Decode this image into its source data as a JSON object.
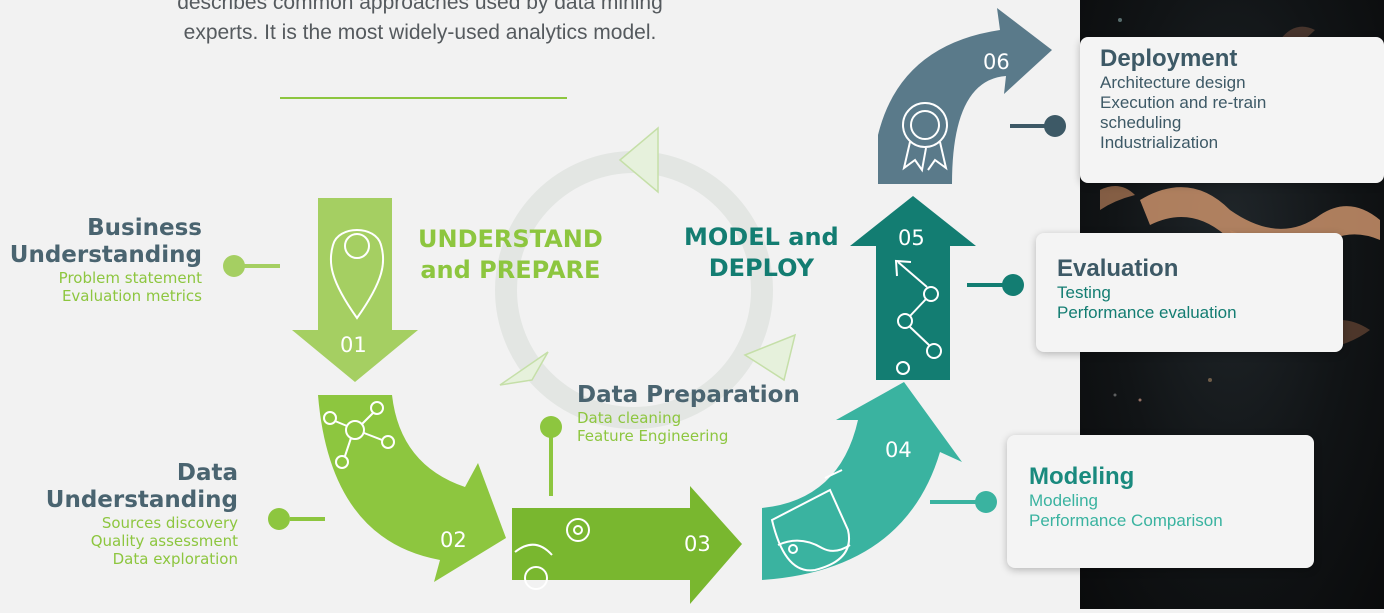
{
  "intro": {
    "line1": "describes common approaches used by data mining",
    "line2": "experts. It is the most widely-used analytics model."
  },
  "colors": {
    "green_light": "#a5cf62",
    "green": "#8dc63f",
    "green_mid": "#79b72f",
    "teal_dark": "#137d72",
    "teal": "#3ab3a0",
    "slate": "#5a7a8a",
    "label_title": "#4a6470"
  },
  "steps": [
    {
      "num": "01",
      "icon": "map-pin-icon"
    },
    {
      "num": "02",
      "icon": "network-nodes-icon"
    },
    {
      "num": "03",
      "icon": "gears-icon"
    },
    {
      "num": "04",
      "icon": "flask-icon"
    },
    {
      "num": "05",
      "icon": "trend-graph-icon"
    },
    {
      "num": "06",
      "icon": "award-badge-icon"
    }
  ],
  "business": {
    "title1": "Business",
    "title2": "Understanding",
    "items": [
      "Problem statement",
      "Evaluation metrics"
    ]
  },
  "data_understanding": {
    "title1": "Data",
    "title2": "Understanding",
    "items": [
      "Sources discovery",
      "Quality assessment",
      "Data exploration"
    ]
  },
  "data_preparation": {
    "title": "Data Preparation",
    "items": [
      "Data cleaning",
      "Feature Engineering"
    ]
  },
  "cycle": {
    "left1": "UNDERSTAND",
    "left2": "and PREPARE",
    "right1": "MODEL and",
    "right2": "DEPLOY"
  },
  "deployment": {
    "title": "Deployment",
    "items": [
      "Architecture design",
      "Execution and re-train",
      "scheduling",
      "Industrialization"
    ]
  },
  "evaluation": {
    "title": "Evaluation",
    "items": [
      "Testing",
      "Performance evaluation"
    ]
  },
  "modeling": {
    "title": "Modeling",
    "items": [
      "Modeling",
      "Performance Comparison"
    ]
  }
}
